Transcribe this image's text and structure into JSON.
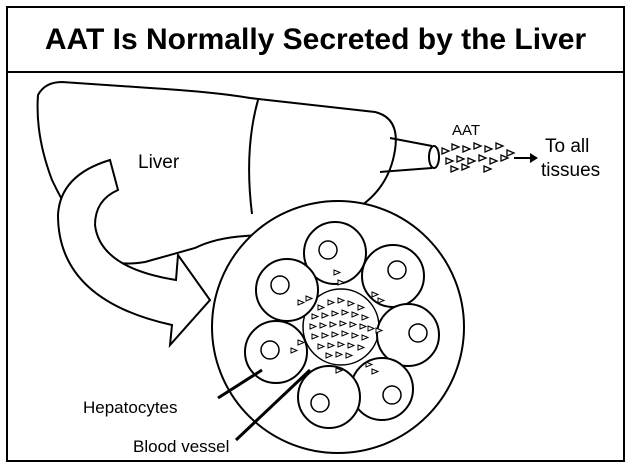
{
  "title": "AAT Is Normally Secreted by the Liver",
  "labels": {
    "liver": "Liver",
    "aat": "AAT",
    "to_all": "To all",
    "tissues": "tissues",
    "hepatocytes": "Hepatocytes",
    "blood_vessel": "Blood vessel"
  },
  "colors": {
    "line": "#000000",
    "background": "#ffffff"
  }
}
